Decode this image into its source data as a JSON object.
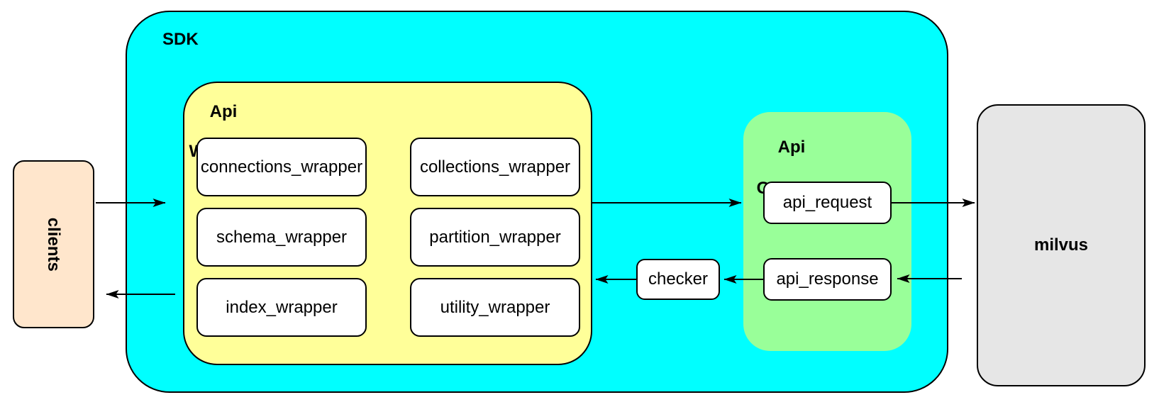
{
  "nodes": {
    "clients": {
      "label": "clients",
      "fill": "#FFE6CC"
    },
    "sdk": {
      "label": "SDK",
      "fill": "#00FFFF"
    },
    "api_wrapper": {
      "line1": "Api",
      "line2": "Wrapper",
      "fill": "#FFFF99"
    },
    "wrappers": [
      "connections_wrapper",
      "collections_wrapper",
      "schema_wrapper",
      "partition_wrapper",
      "index_wrapper",
      "utility_wrapper"
    ],
    "api_gateway": {
      "line1": "Api",
      "line2": "Gateway",
      "fill": "#99FF99"
    },
    "api_request": {
      "label": "api_request",
      "fill": "#FFFFFF"
    },
    "api_response": {
      "label": "api_response",
      "fill": "#FFFFFF"
    },
    "checker": {
      "label": "checker",
      "fill": "#FFFFFF"
    },
    "milvus": {
      "label": "milvus",
      "fill": "#E6E6E6"
    }
  },
  "edges": [
    {
      "from": "clients",
      "to": "sdk"
    },
    {
      "from": "api_wrapper",
      "to": "api_gateway"
    },
    {
      "from": "api_request",
      "to": "milvus"
    },
    {
      "from": "milvus",
      "to": "api_response"
    },
    {
      "from": "api_response",
      "to": "checker"
    },
    {
      "from": "checker",
      "to": "api_wrapper"
    },
    {
      "from": "sdk",
      "to": "clients"
    }
  ],
  "palette": {
    "stroke": "#000000",
    "cyan": "#00FFFF",
    "yellow": "#FFFF99",
    "green": "#99FF99",
    "peach": "#FFE6CC",
    "gray": "#E6E6E6"
  }
}
